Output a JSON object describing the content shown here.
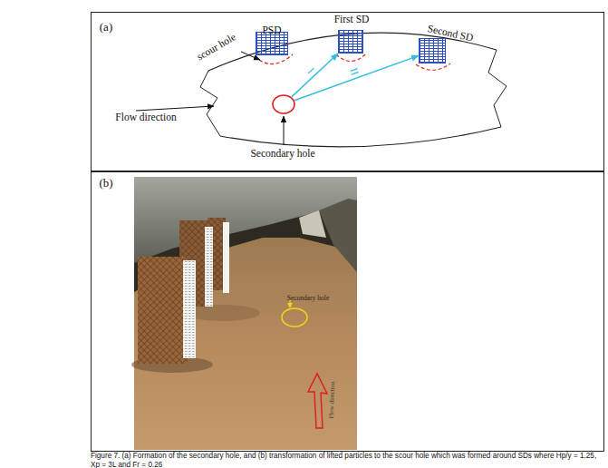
{
  "diagram": {
    "caption": "Figure 7. (a) Formation of the secondary hole, and (b) transformation of lifted particles to the scour hole which was formed around SDs where Hp/y = 1.25, Xp = 3L and Fr = 0.26",
    "nodes": [
      {
        "text": [
          "PSD"
        ]
      },
      {
        "text": [
          "First SD"
        ]
      },
      {
        "text": [
          "Second SD"
        ]
      },
      {
        "text": [
          "Secondary hole"
        ]
      },
      {
        "text": [
          "Secondary hole"
        ]
      }
    ],
    "edges": [
      {
        "from": 3,
        "to": 1,
        "arrow": "to",
        "label": "I"
      },
      {
        "from": 3,
        "to": 2,
        "arrow": "to",
        "label": "II"
      }
    ],
    "labels": [
      "(a)",
      "scour hole",
      "Flow direction",
      "(b)",
      "Flow direction"
    ]
  }
}
